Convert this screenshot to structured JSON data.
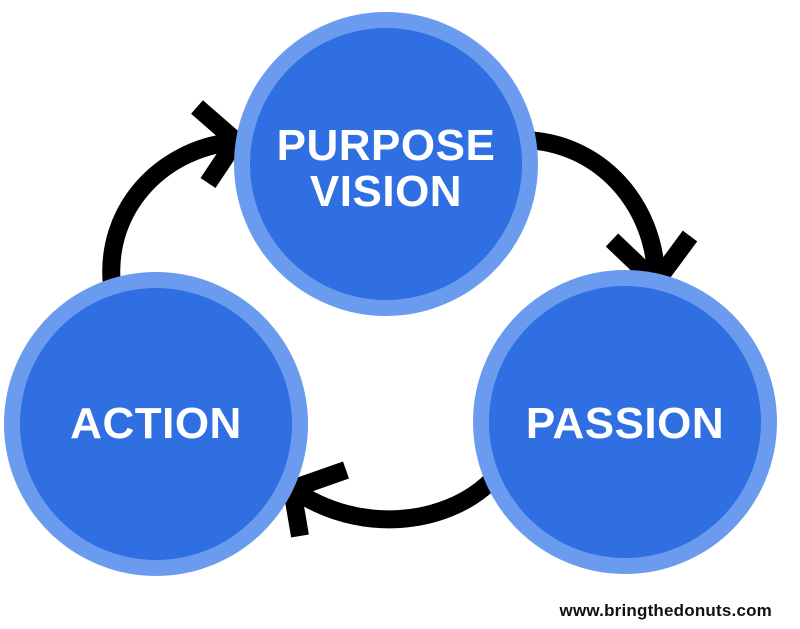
{
  "colors": {
    "circle_fill": "#2f6fe2",
    "circle_ring": "#6a9bee",
    "arrow": "#000000",
    "label_text": "#ffffff"
  },
  "nodes": {
    "purpose_vision": {
      "line1": "PURPOSE",
      "line2": "VISION"
    },
    "passion": {
      "label": "PASSION"
    },
    "action": {
      "label": "ACTION"
    }
  },
  "footer": {
    "url": "www.bringthedonuts.com"
  }
}
